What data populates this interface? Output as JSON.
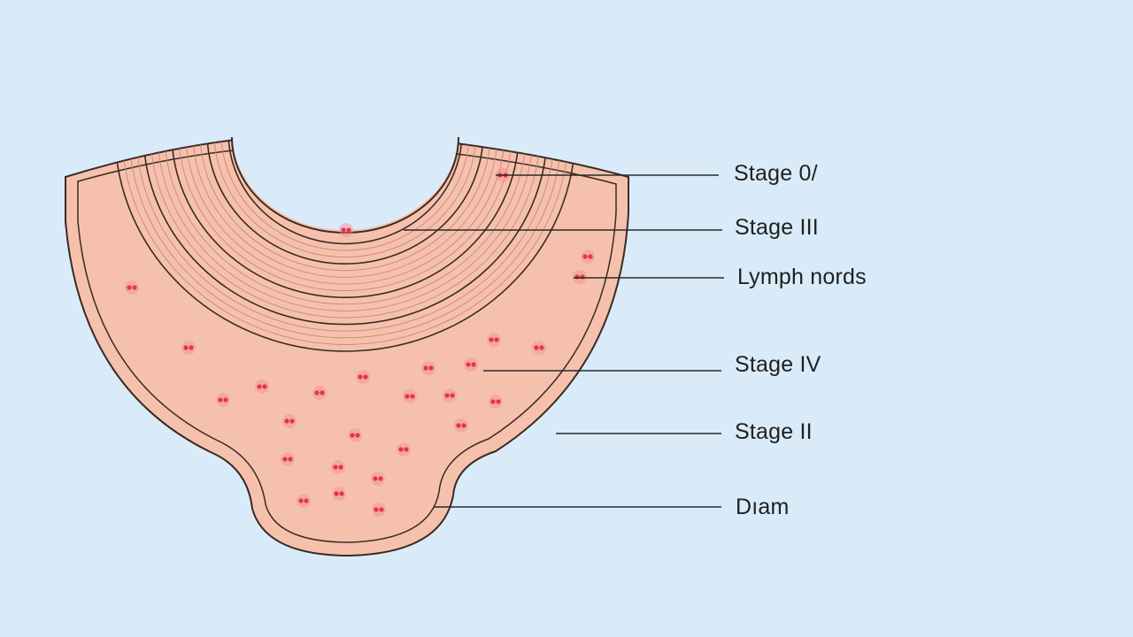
{
  "colors": {
    "background": "#d9ebf8",
    "tissue_fill": "#f6c1ac",
    "tissue_inner": "#f9d1c0",
    "outline": "#3a2a24",
    "dot": "#e8334a",
    "leader_line": "#2a2a2a"
  },
  "labels": [
    {
      "id": "stage-0",
      "text": "Stage 0/"
    },
    {
      "id": "stage-iii",
      "text": "Stage III"
    },
    {
      "id": "lymph-nodes",
      "text": "Lymph nords"
    },
    {
      "id": "stage-iv",
      "text": "Stage IV"
    },
    {
      "id": "stage-ii",
      "text": "Stage II"
    },
    {
      "id": "diam",
      "text": "Dıam"
    }
  ]
}
